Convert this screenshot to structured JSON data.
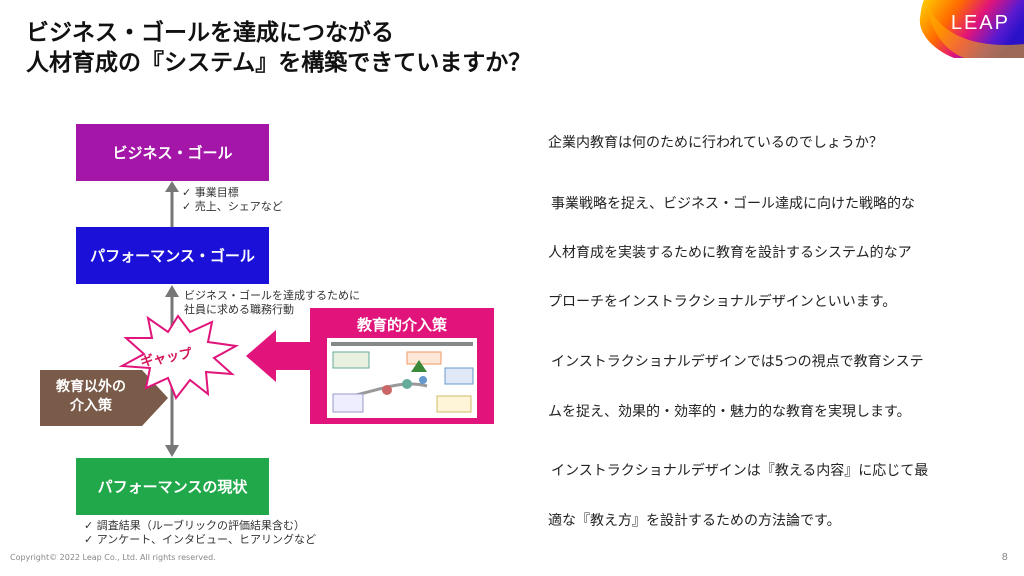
{
  "title": {
    "line1": "ビジネス・ゴールを達成につながる",
    "line2": "人材育成の『システム』を構築できていますか？"
  },
  "logo": {
    "text": "LEAP"
  },
  "diagram": {
    "business_goal": "ビジネス・ゴール",
    "business_goal_notes": [
      "✓ 事業目標",
      "✓ 売上、シェアなど"
    ],
    "performance_goal": "パフォーマンス・ゴール",
    "performance_goal_notes": [
      "ビジネス・ゴールを達成するために",
      "社員に求める職務行動"
    ],
    "gap": "ギャップ",
    "edu_intervention": "教育的介入策",
    "other_intervention_line1": "教育以外の",
    "other_intervention_line2": "介入策",
    "current_performance": "パフォーマンスの現状",
    "current_notes": [
      "✓ 調査結果（ルーブリックの評価結果含む）",
      "✓ アンケート、インタビュー、ヒアリングなど"
    ]
  },
  "body": {
    "p1": "企業内教育は何のために行われているのでしょうか？",
    "p2a": "事業戦略を捉え、ビジネス・ゴール達成に向けた戦略的な",
    "p2b": "人材育成を実装するために教育を設計するシステム的なア",
    "p2c": "プローチをインストラクショナルデザインといいます。",
    "p3a": "インストラクショナルデザインでは5つの視点で教育システ",
    "p3b": "ムを捉え、効果的・効率的・魅力的な教育を実現します。",
    "p4a": "インストラクショナルデザインは『教える内容』に応じて最",
    "p4b": "適な『教え方』を設計するための方法論です。"
  },
  "footer": {
    "copyright": "Copyright© 2022 Leap Co., Ltd. All rights reserved.",
    "page": "8"
  },
  "colors": {
    "goal": "#a316a8",
    "performance": "#1a10d8",
    "current": "#21a84a",
    "edu": "#e0147a",
    "other": "#7a5a48",
    "gap": "#d4145a"
  }
}
